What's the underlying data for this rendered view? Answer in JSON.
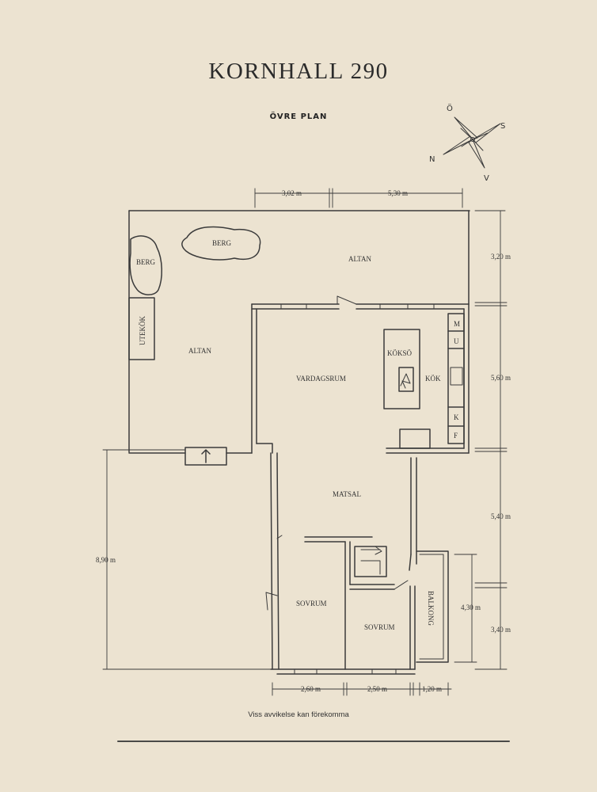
{
  "header": {
    "title": "KORNHALL 290",
    "subtitle": "ÖVRE PLAN"
  },
  "compass": {
    "north": "N",
    "south": "S",
    "east": "Ö",
    "west": "V"
  },
  "rooms": {
    "berg_1": "BERG",
    "berg_2": "BERG",
    "altan_top": "ALTAN",
    "altan_left": "ALTAN",
    "utekok": "UTEKÖK",
    "vardagsrum": "VARDAGSRUM",
    "koksö": "KÖKSÖ",
    "kok": "KÖK",
    "matsal": "MATSAL",
    "sovrum_1": "SOVRUM",
    "sovrum_2": "SOVRUM",
    "balkong": "BALKONG"
  },
  "appliances": {
    "m": "M",
    "u": "U",
    "k": "K",
    "f": "F"
  },
  "dimensions": {
    "top_1": "3,02 m",
    "top_2": "5,30 m",
    "right_1": "3,20 m",
    "right_2": "5,60 m",
    "right_3": "5,40 m",
    "right_4": "3,40 m",
    "balkong_h": "4,30 m",
    "left_total": "8,90 m",
    "bottom_1": "2,60 m",
    "bottom_2": "2,50 m",
    "bottom_3": "1,20 m"
  },
  "footer": {
    "note": "Viss avvikelse kan förekomma"
  }
}
